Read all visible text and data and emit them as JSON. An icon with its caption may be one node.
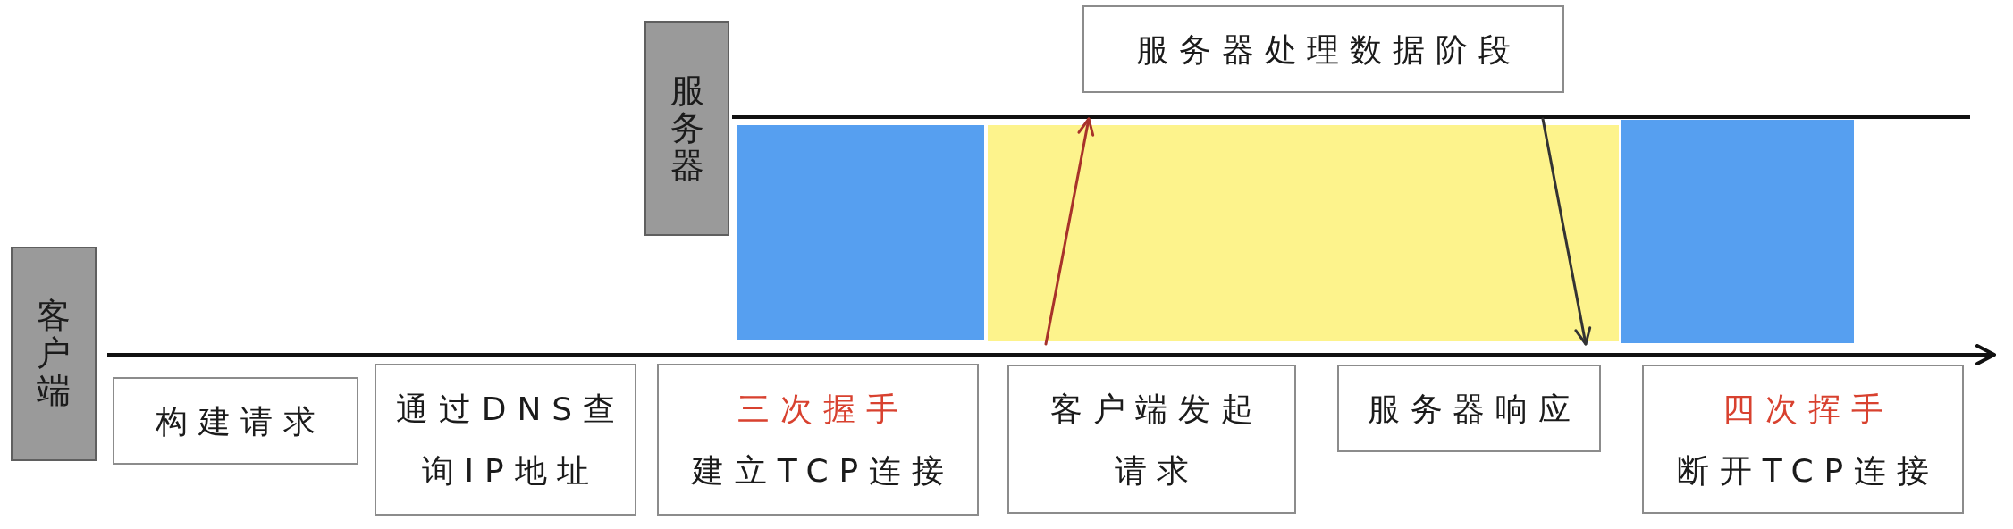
{
  "diagram": {
    "nodes": [
      {
        "text": [
          "服务器"
        ]
      },
      {
        "text": [
          "服务器处理数据阶段"
        ]
      },
      {
        "text": [],
        "shape": "line"
      },
      {
        "text": [
          "客户端"
        ]
      },
      {
        "text": [],
        "shape": "line"
      },
      {
        "text": [
          "构建请求"
        ]
      },
      {
        "text": [
          "通过DNS查询IP地址"
        ]
      },
      {
        "text": [
          "三次握手",
          "建立TCP连接"
        ]
      },
      {
        "text": [
          "客户端发起请求"
        ]
      },
      {
        "text": [
          "服务器响应"
        ]
      },
      {
        "text": [
          "四次挥手",
          "断开TCP连接"
        ]
      }
    ],
    "edges": [
      {
        "from": 4,
        "to": 2,
        "arrow": "to",
        "color": "#a8322a"
      },
      {
        "from": 2,
        "to": 4,
        "arrow": "to",
        "color": "#333333"
      }
    ]
  }
}
